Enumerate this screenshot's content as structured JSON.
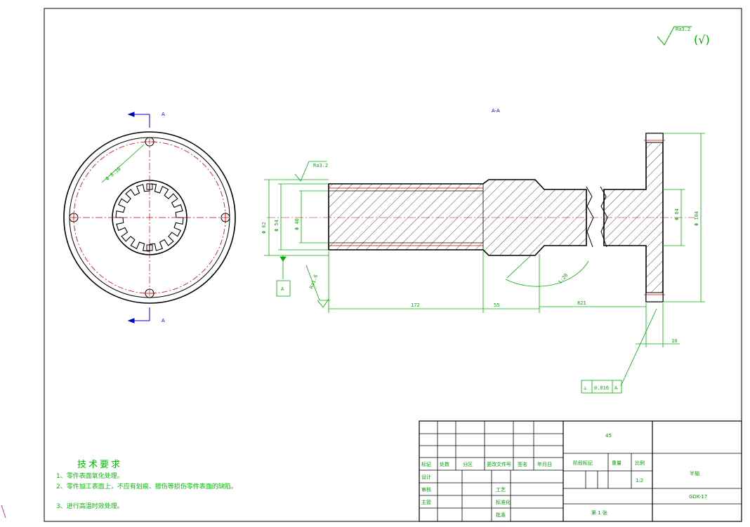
{
  "drawing": {
    "section_label": "A-A",
    "section_mark": "A",
    "roughness_general": "Ra3.2",
    "roughness_general_check": "(√)",
    "roughness_bore": "Ra3.2",
    "roughness_end": "Ra1.6",
    "datum": "A",
    "tolerance_frame": [
      "⊥",
      "0.016",
      "A"
    ],
    "dims": {
      "pcd": "Φ 8.10",
      "d1": "Φ 62",
      "d2": "Φ 54",
      "d3": "Φ 40",
      "d4": "Φ 64",
      "d5": "Φ 104",
      "l1": "172",
      "l2": "55",
      "l3": "821",
      "l4": "10",
      "chamfer": "1:20"
    }
  },
  "requirements": {
    "title": "技术要求",
    "items": [
      "1、零件表面氧化处理。",
      "2、零件加工表面上，不应有划痕、擦伤等损伤零件表面的缺陷。",
      "3、进行高温时效处理。"
    ]
  },
  "title_block": {
    "material": "45",
    "part_name": "半轴",
    "drawing_no": "GDK-17",
    "scale": "1:2",
    "hdr": [
      "标记",
      "处数",
      "分区",
      "更改文件号",
      "签名",
      "年月日"
    ],
    "stage_label": "阶段标记",
    "weight_label": "重量",
    "scale_label": "比例",
    "designer": "设计",
    "reviewer": "审核",
    "supervisor": "主管",
    "process": "工艺",
    "standard": "标准化",
    "approve": "批准",
    "sheet": "第 1 张"
  }
}
